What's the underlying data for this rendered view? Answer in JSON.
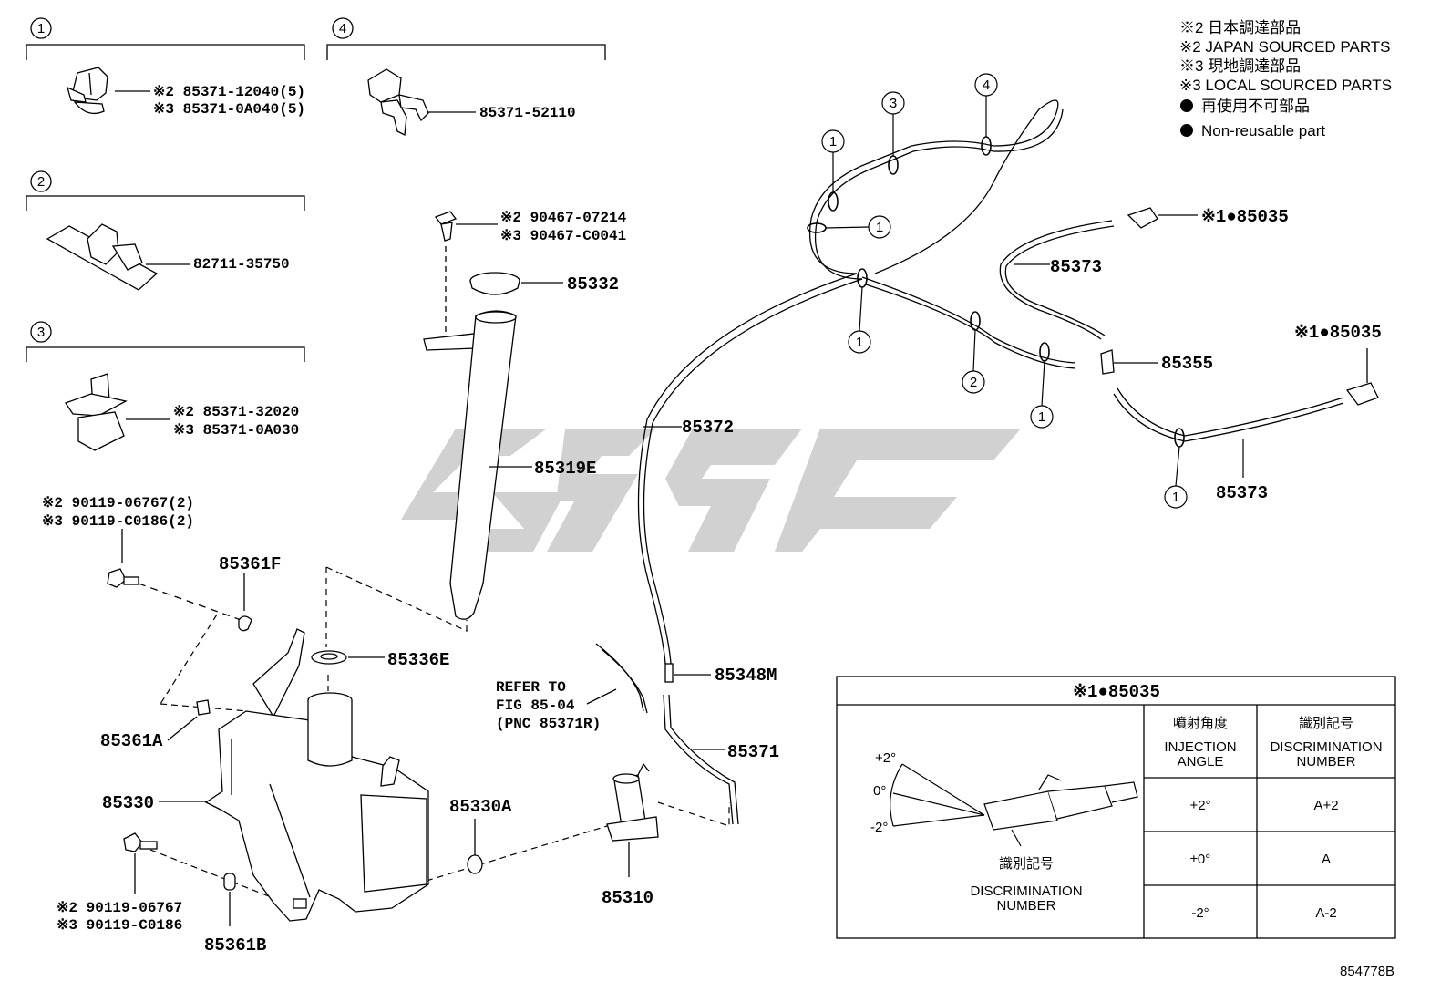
{
  "legend": {
    "line1": "※2 日本調達部品",
    "line2": "※2 JAPAN SOURCED PARTS",
    "line3": "※3 現地調達部品",
    "line4": "※3 LOCAL SOURCED PARTS",
    "line5": "再使用不可部品",
    "line6": "Non-reusable part"
  },
  "groups": {
    "g1": "1",
    "g2": "2",
    "g3": "3",
    "g4": "4"
  },
  "callouts": {
    "c1": "1",
    "c2": "2",
    "c3": "3",
    "c4": "4"
  },
  "parts": {
    "p85371_12040": "※2 85371-12040(5)",
    "p85371_0a040": "※3 85371-0A040(5)",
    "p85371_52110": "85371-52110",
    "p82711_35750": "82711-35750",
    "p85371_32020": "※2 85371-32020",
    "p85371_0a030": "※3 85371-0A030",
    "p90467_07214": "※2 90467-07214",
    "p90467_c0041": "※3 90467-C0041",
    "p85332": "85332",
    "p85319e": "85319E",
    "p90119_06767_2": "※2 90119-06767(2)",
    "p90119_c0186_2": "※3 90119-C0186(2)",
    "p85361f": "85361F",
    "p85336e": "85336E",
    "p85361a": "85361A",
    "p85330": "85330",
    "p85330a": "85330A",
    "p90119_06767": "※2 90119-06767",
    "p90119_c0186": "※3 90119-C0186",
    "p85361b": "85361B",
    "p85310": "85310",
    "p85372": "85372",
    "p85348m": "85348M",
    "p85371": "85371",
    "p85373a": "85373",
    "p85373b": "85373",
    "p85355": "85355",
    "p85035a": "※1●85035",
    "p85035b": "※1●85035"
  },
  "refer": {
    "line1": "REFER TO",
    "line2": "FIG 85-04",
    "line3": "(PNC 85371R)"
  },
  "table": {
    "title": "※1●85035",
    "col1_jp": "噴射角度",
    "col1_en1": "INJECTION",
    "col1_en2": "ANGLE",
    "col2_jp": "識別記号",
    "col2_en1": "DISCRIMINATION",
    "col2_en2": "NUMBER",
    "rows": [
      {
        "angle": "+2°",
        "code": "A+2"
      },
      {
        "angle": "±0°",
        "code": "A"
      },
      {
        "angle": "-2°",
        "code": "A-2"
      }
    ],
    "diag_plus": "+2°",
    "diag_zero": "0°",
    "diag_minus": "-2°",
    "diag_jp": "識別記号",
    "diag_en1": "DISCRIMINATION",
    "diag_en2": "NUMBER"
  },
  "figure_id": "854778B",
  "colors": {
    "line": "#000000",
    "watermark": "#c8c8c8",
    "part_fill": "#ffffff"
  }
}
